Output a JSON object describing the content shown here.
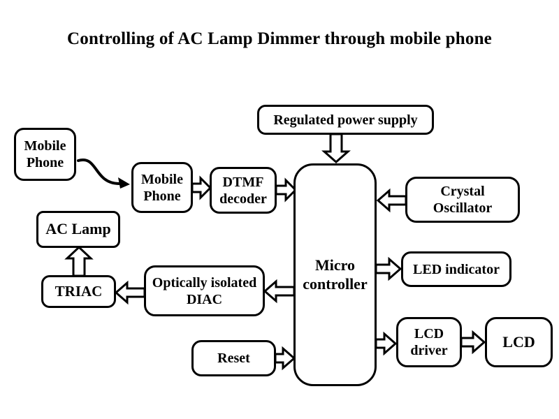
{
  "title": "Controlling of AC Lamp Dimmer through mobile phone",
  "colors": {
    "ink": "#000000",
    "background": "#ffffff"
  },
  "diagram": {
    "type": "block-diagram",
    "nodes": {
      "mobile_phone_source": {
        "label": "Mobile Phone"
      },
      "mobile_phone_receiver": {
        "label": "Mobile Phone"
      },
      "dtmf_decoder": {
        "label": "DTMF decoder"
      },
      "regulated_power_supply": {
        "label": "Regulated power supply"
      },
      "microcontroller": {
        "label": "Micro controller"
      },
      "crystal_oscillator": {
        "label": "Crystal Oscillator"
      },
      "led_indicator": {
        "label": "LED indicator"
      },
      "lcd_driver": {
        "label": "LCD driver"
      },
      "lcd": {
        "label": "LCD"
      },
      "reset": {
        "label": "Reset"
      },
      "optically_isolated_diac": {
        "label": "Optically isolated DIAC"
      },
      "triac": {
        "label": "TRIAC"
      },
      "ac_lamp": {
        "label": "AC Lamp"
      }
    },
    "edges": [
      {
        "from": "mobile_phone_source",
        "to": "mobile_phone_receiver",
        "style": "curved-line-arrow"
      },
      {
        "from": "mobile_phone_receiver",
        "to": "dtmf_decoder",
        "style": "block-arrow"
      },
      {
        "from": "dtmf_decoder",
        "to": "microcontroller",
        "style": "block-arrow"
      },
      {
        "from": "regulated_power_supply",
        "to": "microcontroller",
        "style": "block-arrow"
      },
      {
        "from": "crystal_oscillator",
        "to": "microcontroller",
        "style": "block-arrow"
      },
      {
        "from": "microcontroller",
        "to": "led_indicator",
        "style": "block-arrow"
      },
      {
        "from": "microcontroller",
        "to": "lcd_driver",
        "style": "block-arrow"
      },
      {
        "from": "lcd_driver",
        "to": "lcd",
        "style": "block-arrow"
      },
      {
        "from": "reset",
        "to": "microcontroller",
        "style": "block-arrow"
      },
      {
        "from": "microcontroller",
        "to": "optically_isolated_diac",
        "style": "block-arrow"
      },
      {
        "from": "optically_isolated_diac",
        "to": "triac",
        "style": "block-arrow"
      },
      {
        "from": "triac",
        "to": "ac_lamp",
        "style": "block-arrow"
      }
    ]
  }
}
